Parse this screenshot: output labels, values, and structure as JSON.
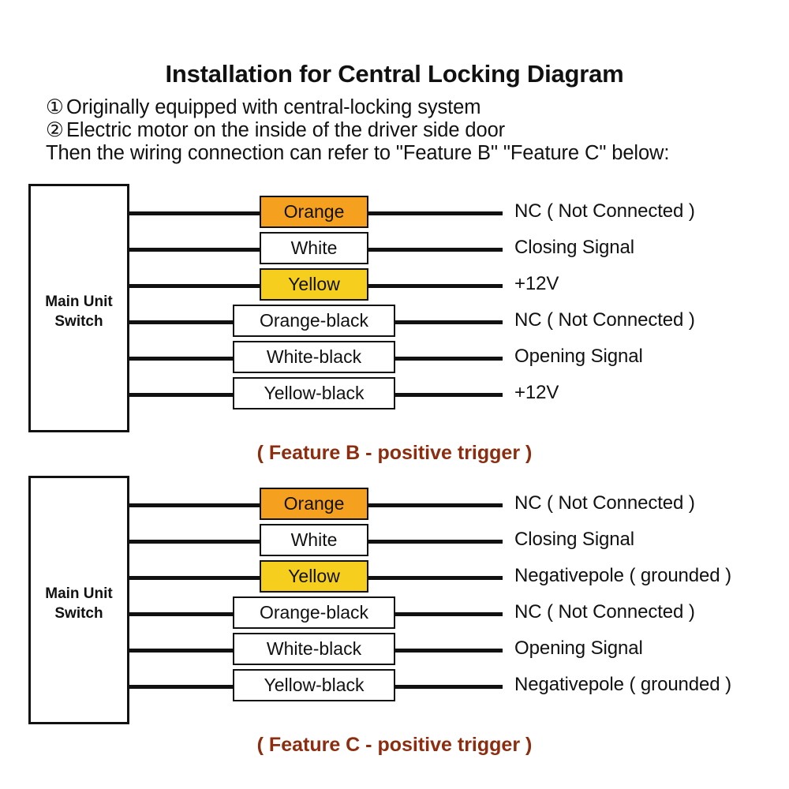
{
  "header": {
    "title": "Installation for Central Locking Diagram",
    "lines": [
      {
        "marker": "①",
        "text": "Originally equipped with central-locking system"
      },
      {
        "marker": "②",
        "text": "Electric motor on the inside of the driver side door"
      },
      {
        "marker": "",
        "text": "Then the wiring connection can refer to \"Feature B\" \"Feature C\" below:"
      }
    ]
  },
  "colors": {
    "orange": "#f5a01e",
    "yellow": "#f5ce1e",
    "white": "#ffffff",
    "line": "#111111",
    "caption": "#8c2d10"
  },
  "diagrams": [
    {
      "id": "feature-b",
      "unit_label_line1": "Main Unit",
      "unit_label_line2": "Switch",
      "caption": "( Feature B - positive trigger )",
      "rows": [
        {
          "wire": "Orange",
          "fill": "#f5a01e",
          "width": "narrow",
          "desc": "NC ( Not Connected )"
        },
        {
          "wire": "White",
          "fill": "#ffffff",
          "width": "narrow",
          "desc": "Closing Signal"
        },
        {
          "wire": "Yellow",
          "fill": "#f5ce1e",
          "width": "narrow",
          "desc": "+12V"
        },
        {
          "wire": "Orange-black",
          "fill": "#ffffff",
          "width": "wide",
          "desc": "NC ( Not Connected )"
        },
        {
          "wire": "White-black",
          "fill": "#ffffff",
          "width": "wide",
          "desc": "Opening Signal"
        },
        {
          "wire": "Yellow-black",
          "fill": "#ffffff",
          "width": "wide",
          "desc": "+12V"
        }
      ]
    },
    {
      "id": "feature-c",
      "unit_label_line1": "Main Unit",
      "unit_label_line2": "Switch",
      "caption": "( Feature C - positive trigger )",
      "rows": [
        {
          "wire": "Orange",
          "fill": "#f5a01e",
          "width": "narrow",
          "desc": "NC ( Not Connected )"
        },
        {
          "wire": "White",
          "fill": "#ffffff",
          "width": "narrow",
          "desc": "Closing Signal"
        },
        {
          "wire": "Yellow",
          "fill": "#f5ce1e",
          "width": "narrow",
          "desc": "Negativepole ( grounded )"
        },
        {
          "wire": "Orange-black",
          "fill": "#ffffff",
          "width": "wide",
          "desc": "NC ( Not Connected )"
        },
        {
          "wire": "White-black",
          "fill": "#ffffff",
          "width": "wide",
          "desc": "Opening Signal"
        },
        {
          "wire": "Yellow-black",
          "fill": "#ffffff",
          "width": "wide",
          "desc": "Negativepole ( grounded )"
        }
      ]
    }
  ]
}
